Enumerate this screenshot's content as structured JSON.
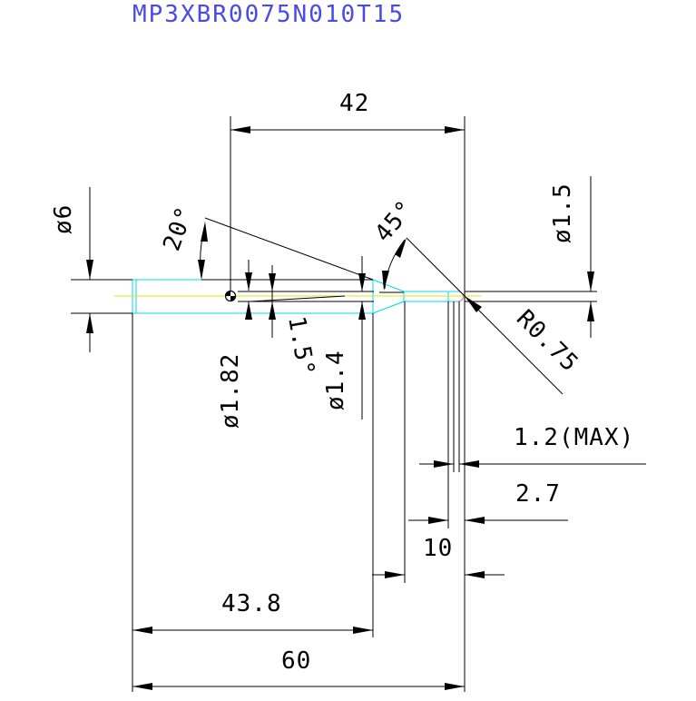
{
  "title": "MP3XBR0075N010T15",
  "dimensions": {
    "d42": "42",
    "d20deg": "20°",
    "d45deg": "45°",
    "dia6": "ø6",
    "dia15": "ø1.5",
    "r075": "R0.75",
    "d15deg": "1.5°",
    "dia182": "ø1.82",
    "dia14": "ø1.4",
    "d12max": "1.2(MAX)",
    "d27": "2.7",
    "d10": "10",
    "d438": "43.8",
    "d60": "60"
  },
  "colors": {
    "title": "#4a4ae6",
    "tool_outline": "#00d8e8",
    "centerline": "#e6e600",
    "lines": "#000000"
  }
}
